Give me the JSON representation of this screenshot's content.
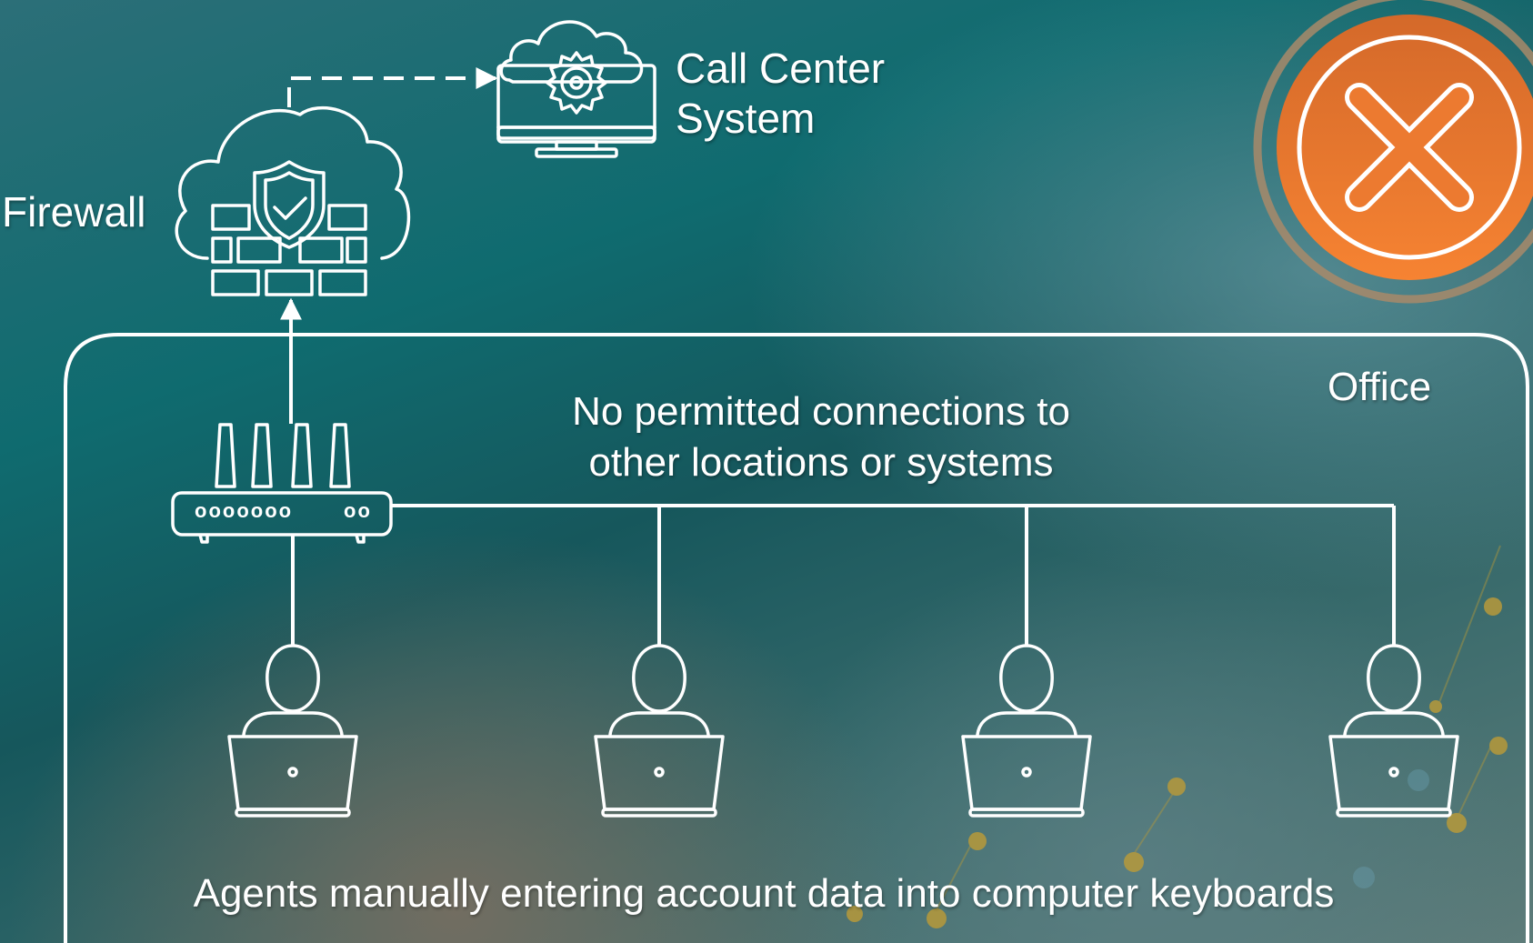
{
  "labels": {
    "call_center_line1": "Call Center",
    "call_center_line2": "System",
    "firewall": "Firewall",
    "office": "Office",
    "note_line1": "No permitted connections to",
    "note_line2": "other locations or systems",
    "bottom_caption": "Agents manually entering account data into computer keyboards"
  },
  "router": {
    "left_ports": "ooooooo",
    "right_ports": "oo"
  },
  "icons": {
    "cloud_system": "cloud-gear-monitor-icon",
    "firewall": "cloud-shield-brick-wall-icon",
    "router": "router-icon",
    "agent": "agent-laptop-icon",
    "status": "close-x-icon"
  },
  "colors": {
    "line": "#ffffff",
    "status_orange": "#f07a2c",
    "status_ring": "#a88a6a",
    "dot_gold": "#b89a3a"
  }
}
